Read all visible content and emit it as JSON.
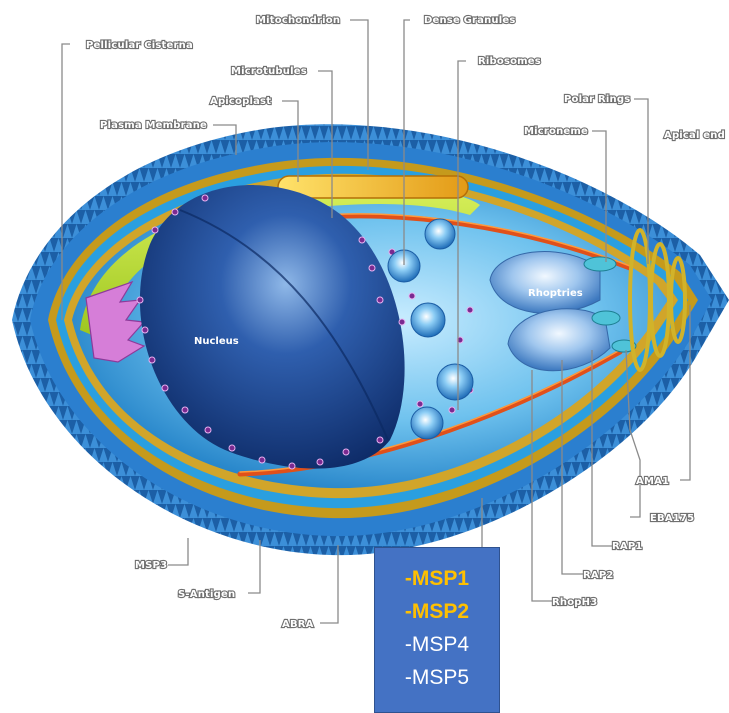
{
  "labels": {
    "pellicular_cisterna": "Pellicular Cisterna",
    "mitochondrion": "Mitochondrion",
    "dense_granules": "Dense Granules",
    "microtubules": "Microtubules",
    "ribosomes": "Ribosomes",
    "apicoplast": "Apicoplast",
    "polar_rings": "Polar Rings",
    "plasma_membrane": "Plasma Membrane",
    "microneme": "Microneme",
    "apical_end": "Apical end",
    "rhoptries": "Rhoptries",
    "nucleus": "Nucleus",
    "ama1": "AMA1",
    "eba175": "EBA175",
    "rap1": "RAP1",
    "rap2": "RAP2",
    "rhoph3": "RhopH3",
    "msp3": "MSP3",
    "s_antigen": "S-Antigen",
    "abra": "ABRA"
  },
  "msp_box": {
    "items": [
      {
        "text": "-MSP1",
        "highlight": true
      },
      {
        "text": "-MSP2",
        "highlight": true
      },
      {
        "text": "-MSP4",
        "highlight": false
      },
      {
        "text": "-MSP5",
        "highlight": false
      }
    ]
  },
  "colors": {
    "box_background": "#4472c4",
    "highlight_text": "#ffc000",
    "normal_text": "#ffffff"
  }
}
